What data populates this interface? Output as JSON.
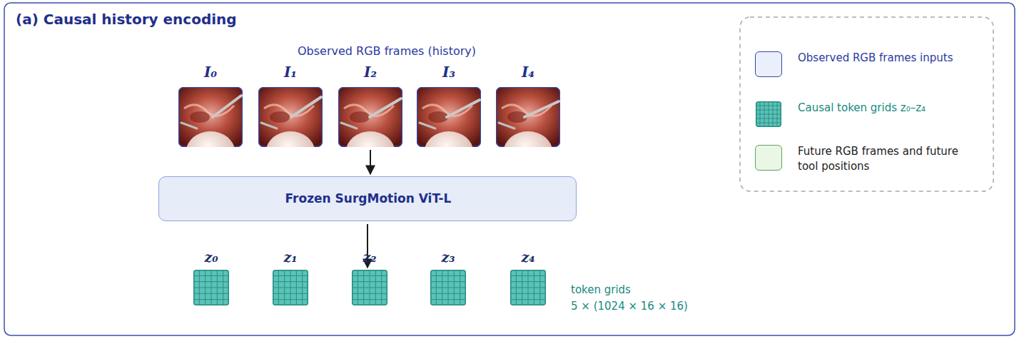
{
  "diagram": {
    "title": "(a) Causal history encoding",
    "nodes": [
      {
        "text": [
          "I₀"
        ]
      },
      {
        "text": [
          "I₁"
        ]
      },
      {
        "text": [
          "I₂"
        ]
      },
      {
        "text": [
          "I₃"
        ]
      },
      {
        "text": [
          "I₄"
        ]
      },
      {
        "text": [
          "Frozen SurgMotion ViT-L"
        ]
      },
      {
        "text": [
          "z₀"
        ]
      },
      {
        "text": [
          "z₁"
        ]
      },
      {
        "text": [
          "z₂"
        ]
      },
      {
        "text": [
          "z₃"
        ]
      },
      {
        "text": [
          "z₄"
        ]
      }
    ],
    "edges": [
      {
        "from": 2,
        "to": 5,
        "arrow": "to"
      },
      {
        "from": 5,
        "to": 8,
        "arrow": "to"
      }
    ],
    "labels": [
      "Observed RGB frames (history)",
      "token grids",
      "5 × (1024 × 16 × 16)"
    ],
    "legend": [
      {
        "text": "Observed RGB frames inputs",
        "color": "#e9effb"
      },
      {
        "text": "Causal token grids z₀–z₄"
      },
      {
        "text": "Future RGB frames and future tool positions",
        "color": "#eaf6e6"
      }
    ]
  }
}
